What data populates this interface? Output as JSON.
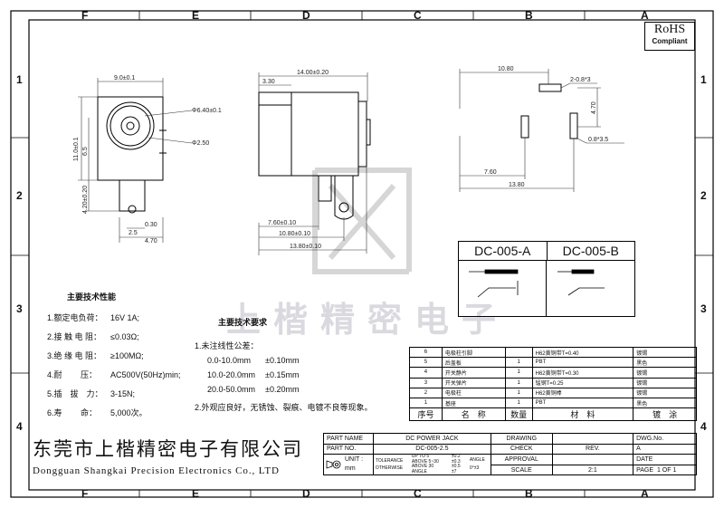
{
  "zones": {
    "columns": [
      "F",
      "E",
      "D",
      "C",
      "B",
      "A"
    ],
    "rows": [
      "1",
      "2",
      "3",
      "4"
    ]
  },
  "rohs": {
    "line1": "RoHS",
    "line2": "Compliant"
  },
  "dims": {
    "front_width": "9.0±0.1",
    "front_hole_outer": "Φ6.40±0.1",
    "front_pin": "Φ2.50",
    "front_height": "11.0±0.1",
    "front_mid": "6.5",
    "front_pin_len": "4.20±0.20",
    "front_bottom_a": "0.30",
    "front_bottom_b": "2.5",
    "front_bottom_c": "4.70",
    "side_length": "14.00±0.20",
    "side_top": "3.30",
    "side_d1": "7.60±0.10",
    "side_d2": "10.80±0.10",
    "side_d3": "13.80±0.10",
    "pcb_top": "10.80",
    "pcb_hole": "2-0.8*3",
    "pcb_pitch": "4.70",
    "pcb_hole2": "0.8*3.5",
    "pcb_d1": "7.60",
    "pcb_d2": "13.80"
  },
  "variants": {
    "a": "DC-005-A",
    "b": "DC-005-B"
  },
  "watermark": "上楷精密电子",
  "spec": {
    "heading": "主要技术性能",
    "rows": [
      {
        "k": "1.额定电负荷：",
        "v": "16V 1A;"
      },
      {
        "k": "2.接 触 电 阻：",
        "v": "≤0.03Ω;"
      },
      {
        "k": "3.绝 缘 电 阻：",
        "v": "≥100MΩ;"
      },
      {
        "k": "4.耐　　 压：",
        "v": "AC500V(50Hz)min;"
      },
      {
        "k": "5.插　拔　力：",
        "v": "3-15N;"
      },
      {
        "k": "6.寿　　 命：",
        "v": "5,000次。"
      }
    ]
  },
  "requirements": {
    "heading": "主要技术要求",
    "item1": "1.未注线性公差：",
    "tolerances": [
      {
        "range": "0.0-10.0mm",
        "tol": "±0.10mm"
      },
      {
        "range": "10.0-20.0mm",
        "tol": "±0.15mm"
      },
      {
        "range": "20.0-50.0mm",
        "tol": "±0.20mm"
      }
    ],
    "item2": "2.外观应良好，无锈蚀、裂痕、电镀不良等现象。"
  },
  "bom": {
    "rows": [
      {
        "no": "6",
        "name": "电极柱引脚",
        "qty": "",
        "material": "H62黄铜带T=0.40",
        "finish": "镀锡"
      },
      {
        "no": "5",
        "name": "后盖板",
        "qty": "1",
        "material": "PBT",
        "finish": "黑色"
      },
      {
        "no": "4",
        "name": "开关静片",
        "qty": "1",
        "material": "H62黄铜带T=0.30",
        "finish": "镀锡"
      },
      {
        "no": "3",
        "name": "开关弹片",
        "qty": "1",
        "material": "锰钢T=0.25",
        "finish": "镀锡"
      },
      {
        "no": "2",
        "name": "电极柱",
        "qty": "1",
        "material": "H62黄铜棒",
        "finish": "镀锡"
      },
      {
        "no": "1",
        "name": "基座",
        "qty": "1",
        "material": "PBT",
        "finish": "黑色"
      }
    ],
    "header": {
      "no": "序号",
      "name": "名　称",
      "qty": "数量",
      "material": "材　料",
      "finish": "镀　涂"
    }
  },
  "company": {
    "cn": "东莞市上楷精密电子有限公司",
    "en": "Dongguan Shangkai Precision Electronics Co., LTD"
  },
  "titleblock": {
    "part_name_label": "PART NAME",
    "part_name": "DC POWER JACK",
    "drawing_label": "DRAWING",
    "dwg_no_label": "DWG.No.",
    "part_no_label": "PART NO.",
    "part_no": "DC-005-2.5",
    "check_label": "CHECK",
    "rev_label": "REV.",
    "rev": "A",
    "unit_label": "UNIT :",
    "unit": "mm",
    "tolerance_label": "TOLERANCE",
    "otherwise_label": "OTHERWISE",
    "tol_r1": "UP TO 5",
    "tol_r1v": "±0.2",
    "tol_r2": "ABOVE 5~30",
    "tol_r2v": "±0.3",
    "tol_r3": "ABOVE 30",
    "tol_r3v": "±0.5",
    "tol_r4": "ANGLE",
    "tol_r4v": "±7",
    "angle_label": "ANGLE",
    "angle_value": "0°±3",
    "approval_label": "APPROVAL",
    "date_label": "DATE",
    "scale_label": "SCALE",
    "scale": "2:1",
    "page_label": "PAGE",
    "page": "1 OF 1"
  }
}
